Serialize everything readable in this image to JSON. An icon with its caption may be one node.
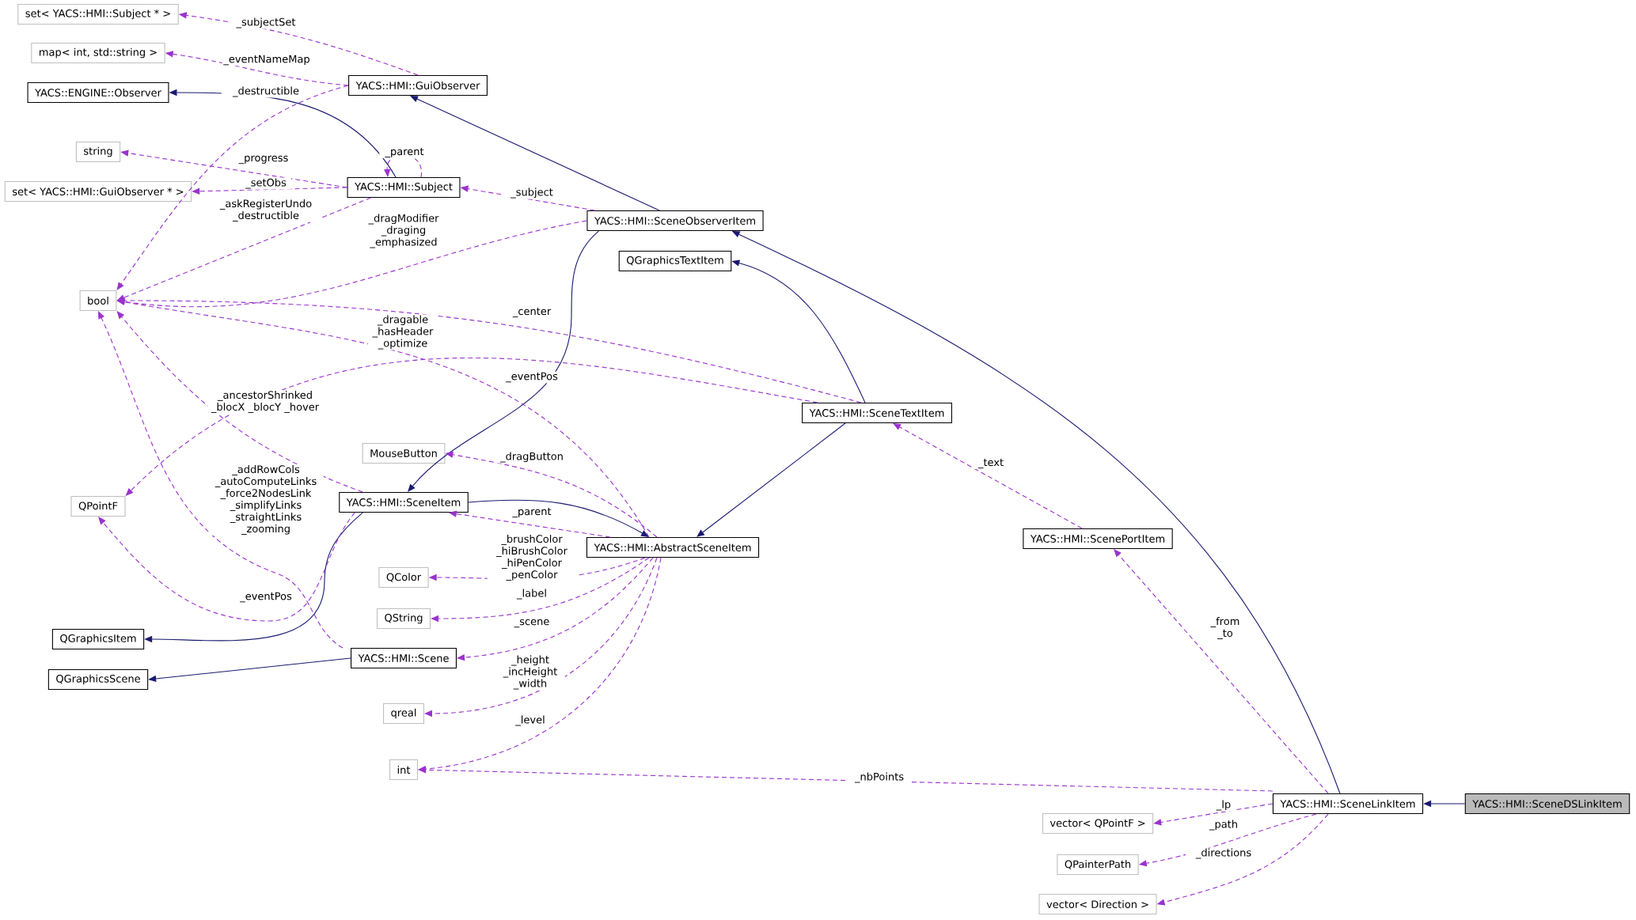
{
  "diagram": {
    "nodes": [
      {
        "text": [
          "set< YACS::HMI::Subject * >"
        ]
      },
      {
        "text": [
          "map< int, std::string >"
        ]
      },
      {
        "text": [
          "YACS::ENGINE::Observer"
        ]
      },
      {
        "text": [
          "YACS::HMI::GuiObserver"
        ]
      },
      {
        "text": [
          "string"
        ]
      },
      {
        "text": [
          "YACS::HMI::Subject"
        ]
      },
      {
        "text": [
          "set< YACS::HMI::GuiObserver * >"
        ]
      },
      {
        "text": [
          "YACS::HMI::SceneObserverItem"
        ]
      },
      {
        "text": [
          "QGraphicsTextItem"
        ]
      },
      {
        "text": [
          "bool"
        ]
      },
      {
        "text": [
          "YACS::HMI::SceneTextItem"
        ]
      },
      {
        "text": [
          "MouseButton"
        ]
      },
      {
        "text": [
          "QPointF"
        ]
      },
      {
        "text": [
          "YACS::HMI::SceneItem"
        ]
      },
      {
        "text": [
          "YACS::HMI::AbstractSceneItem"
        ]
      },
      {
        "text": [
          "YACS::HMI::ScenePortItem"
        ]
      },
      {
        "text": [
          "QColor"
        ]
      },
      {
        "text": [
          "QString"
        ]
      },
      {
        "text": [
          "QGraphicsItem"
        ]
      },
      {
        "text": [
          "YACS::HMI::Scene"
        ]
      },
      {
        "text": [
          "QGraphicsScene"
        ]
      },
      {
        "text": [
          "qreal"
        ]
      },
      {
        "text": [
          "int"
        ]
      },
      {
        "text": [
          "YACS::HMI::SceneLinkItem"
        ]
      },
      {
        "text": [
          "YACS::HMI::SceneDSLinkItem"
        ]
      },
      {
        "text": [
          "vector< QPointF >"
        ]
      },
      {
        "text": [
          "QPainterPath"
        ]
      },
      {
        "text": [
          "vector< Direction >"
        ]
      }
    ],
    "edges": [
      {
        "from": 3,
        "to": 0,
        "arrow": "to",
        "label": "_subjectSet",
        "style": "dashed"
      },
      {
        "from": 3,
        "to": 1,
        "arrow": "to",
        "label": "_eventNameMap",
        "style": "dashed"
      },
      {
        "from": 3,
        "to": 9,
        "arrow": "to",
        "label": "_destructible",
        "style": "dashed"
      },
      {
        "from": 5,
        "to": 2,
        "arrow": "to",
        "color": "#191970"
      },
      {
        "from": 5,
        "to": 5,
        "arrow": "to",
        "label": "_parent",
        "style": "dashed"
      },
      {
        "from": 5,
        "to": 4,
        "arrow": "to",
        "label": "_progress",
        "style": "dashed"
      },
      {
        "from": 5,
        "to": 6,
        "arrow": "to",
        "label": "_setObs",
        "style": "dashed"
      },
      {
        "from": 5,
        "to": 9,
        "arrow": "to",
        "label": "_askRegisterUndo _destructible",
        "style": "dashed"
      },
      {
        "from": 7,
        "to": 3,
        "arrow": "to",
        "color": "#191970"
      },
      {
        "from": 7,
        "to": 5,
        "arrow": "to",
        "label": "_subject",
        "style": "dashed"
      },
      {
        "from": 7,
        "to": 9,
        "arrow": "to",
        "label": "_dragModifier _draging _emphasized",
        "style": "dashed"
      },
      {
        "from": 7,
        "to": 13,
        "arrow": "to",
        "color": "#191970"
      },
      {
        "from": 10,
        "to": 8,
        "arrow": "to",
        "color": "#191970"
      },
      {
        "from": 10,
        "to": 9,
        "arrow": "to",
        "label": "_center",
        "style": "dashed"
      },
      {
        "from": 10,
        "to": 12,
        "arrow": "to",
        "label": "_eventPos",
        "style": "dashed"
      },
      {
        "from": 10,
        "to": 14,
        "arrow": "to",
        "color": "#191970"
      },
      {
        "from": 13,
        "to": 9,
        "arrow": "to",
        "label": "_ancestorShrinked _blocX _blocY _hover",
        "style": "dashed"
      },
      {
        "from": 13,
        "to": 14,
        "arrow": "to",
        "color": "#191970"
      },
      {
        "from": 13,
        "to": 18,
        "arrow": "to",
        "color": "#191970"
      },
      {
        "from": 13,
        "to": 12,
        "arrow": "to",
        "label": "_eventPos",
        "style": "dashed"
      },
      {
        "from": 14,
        "to": 9,
        "arrow": "to",
        "label": "_dragable _hasHeader _optimize",
        "style": "dashed"
      },
      {
        "from": 14,
        "to": 11,
        "arrow": "to",
        "label": "_dragButton",
        "style": "dashed"
      },
      {
        "from": 14,
        "to": 13,
        "arrow": "to",
        "label": "_parent",
        "style": "dashed"
      },
      {
        "from": 14,
        "to": 16,
        "arrow": "to",
        "label": "_brushColor _hiBrushColor _hiPenColor _penColor",
        "style": "dashed"
      },
      {
        "from": 14,
        "to": 17,
        "arrow": "to",
        "label": "_label",
        "style": "dashed"
      },
      {
        "from": 14,
        "to": 19,
        "arrow": "to",
        "label": "_scene",
        "style": "dashed"
      },
      {
        "from": 14,
        "to": 21,
        "arrow": "to",
        "label": "_height _incHeight _width",
        "style": "dashed"
      },
      {
        "from": 14,
        "to": 22,
        "arrow": "to",
        "label": "_level",
        "style": "dashed"
      },
      {
        "from": 15,
        "to": 10,
        "arrow": "to",
        "label": "_text",
        "style": "dashed"
      },
      {
        "from": 19,
        "to": 9,
        "arrow": "to",
        "label": "_addRowCols _autoComputeLinks _force2NodesLink _simplifyLinks _straightLinks _zooming",
        "style": "dashed"
      },
      {
        "from": 19,
        "to": 20,
        "arrow": "to",
        "color": "#191970"
      },
      {
        "from": 23,
        "to": 7,
        "arrow": "to",
        "color": "#191970"
      },
      {
        "from": 23,
        "to": 15,
        "arrow": "to",
        "label": "_from _to",
        "style": "dashed"
      },
      {
        "from": 23,
        "to": 22,
        "arrow": "to",
        "label": "_nbPoints",
        "style": "dashed"
      },
      {
        "from": 23,
        "to": 25,
        "arrow": "to",
        "label": "_lp",
        "style": "dashed"
      },
      {
        "from": 23,
        "to": 26,
        "arrow": "to",
        "label": "_path",
        "style": "dashed"
      },
      {
        "from": 23,
        "to": 27,
        "arrow": "to",
        "label": "_directions",
        "style": "dashed"
      },
      {
        "from": 24,
        "to": 23,
        "arrow": "to",
        "color": "#191970"
      }
    ]
  }
}
